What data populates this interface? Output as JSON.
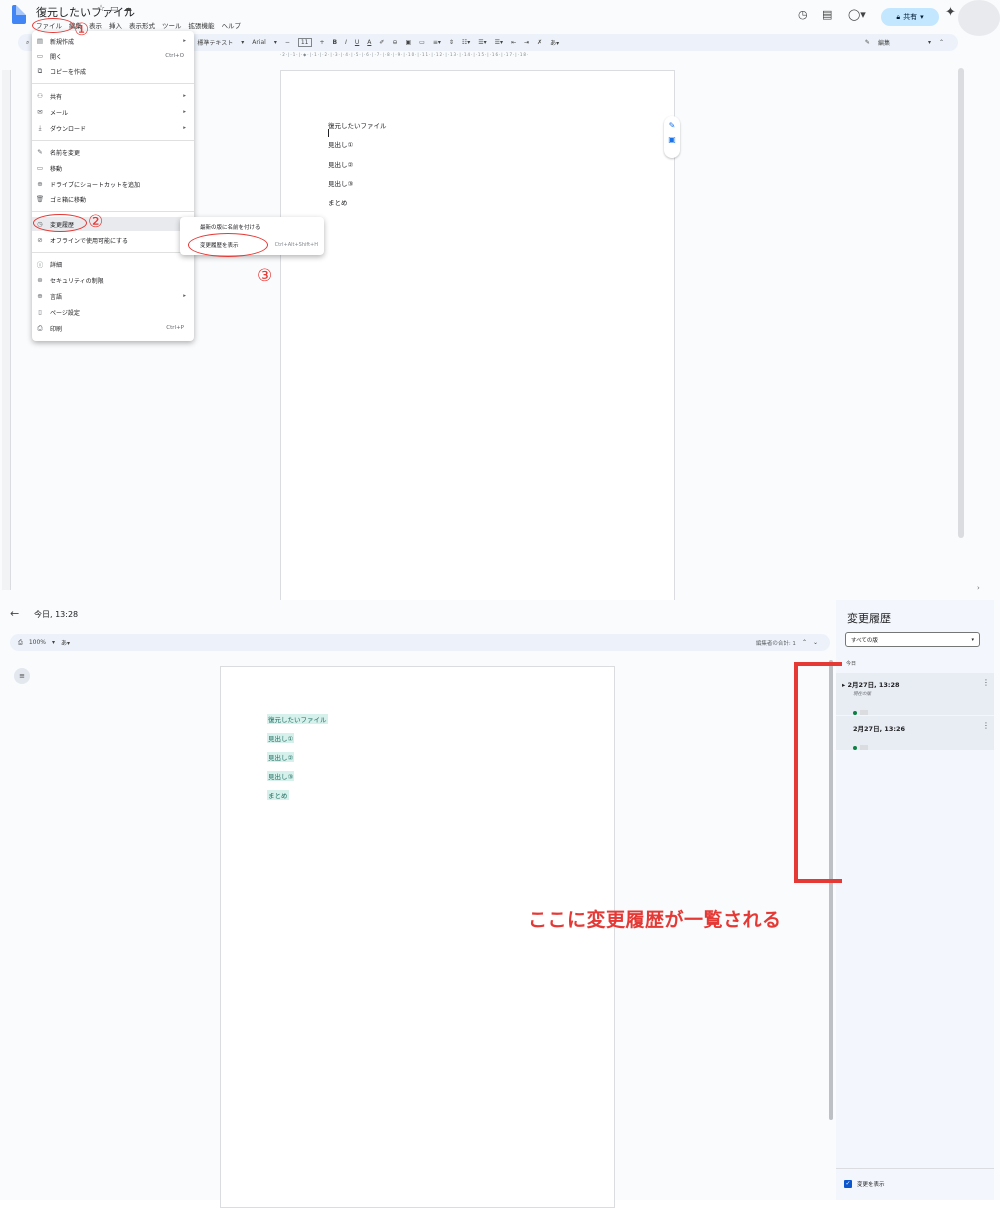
{
  "top": {
    "doc_title": "復元したいファイル",
    "menubar": [
      "ファイル",
      "編集",
      "表示",
      "挿入",
      "表示形式",
      "ツール",
      "拡張機能",
      "ヘルプ"
    ],
    "share_label": "共有",
    "toolbar": {
      "style": "標準テキスト",
      "font": "Arial",
      "font_size": "11",
      "edit_mode": "編集"
    },
    "document_lines": [
      "復元したいファイル",
      "見出し①",
      "見出し②",
      "見出し③",
      "まとめ"
    ],
    "file_menu": {
      "items": [
        {
          "icon": "▤",
          "label": "新規作成",
          "arrow": "▸"
        },
        {
          "icon": "▭",
          "label": "開く",
          "shortcut": "Ctrl+O"
        },
        {
          "icon": "⧉",
          "label": "コピーを作成"
        },
        {
          "icon": "⚇",
          "label": "共有",
          "arrow": "▸"
        },
        {
          "icon": "✉",
          "label": "メール",
          "arrow": "▸"
        },
        {
          "icon": "⤓",
          "label": "ダウンロード",
          "arrow": "▸"
        },
        {
          "icon": "✎",
          "label": "名前を変更"
        },
        {
          "icon": "▭",
          "label": "移動"
        },
        {
          "icon": "⊕",
          "label": "ドライブにショートカットを追加"
        },
        {
          "icon": "🗑",
          "label": "ゴミ箱に移動"
        },
        {
          "icon": "◷",
          "label": "変更履歴",
          "arrow": "▸"
        },
        {
          "icon": "⊘",
          "label": "オフラインで使用可能にする"
        },
        {
          "icon": "ⓘ",
          "label": "詳細"
        },
        {
          "icon": "⊛",
          "label": "セキュリティの制限"
        },
        {
          "icon": "⊕",
          "label": "言語",
          "arrow": "▸"
        },
        {
          "icon": "▯",
          "label": "ページ設定"
        },
        {
          "icon": "⎙",
          "label": "印刷",
          "shortcut": "Ctrl+P"
        }
      ]
    },
    "submenu": {
      "items": [
        {
          "label": "最新の版に名前を付ける"
        },
        {
          "label": "変更履歴を表示",
          "shortcut": "Ctrl+Alt+Shift+H"
        }
      ]
    },
    "annotations": [
      "①",
      "②",
      "③"
    ]
  },
  "bottom": {
    "back_label": "今日, 13:28",
    "zoom": "100%",
    "editor_info": "編集者の合計: 1",
    "document_lines": [
      "復元したいファイル",
      "見出し①",
      "見出し②",
      "見出し③",
      "まとめ"
    ],
    "history_panel": {
      "title": "変更履歴",
      "filter": "すべての版",
      "group_label": "今日",
      "entries": [
        {
          "date": "2月27日, 13:28",
          "sub": "現在の版"
        },
        {
          "date": "2月27日, 13:26"
        }
      ],
      "show_changes_label": "変更を表示"
    },
    "callout": "ここに変更履歴が一覧される"
  },
  "colors": {
    "accent_red": "#e53935",
    "share_bg": "#c2e7ff",
    "highlight": "#d6f1ec",
    "panel_bg": "#f3f6fc"
  }
}
